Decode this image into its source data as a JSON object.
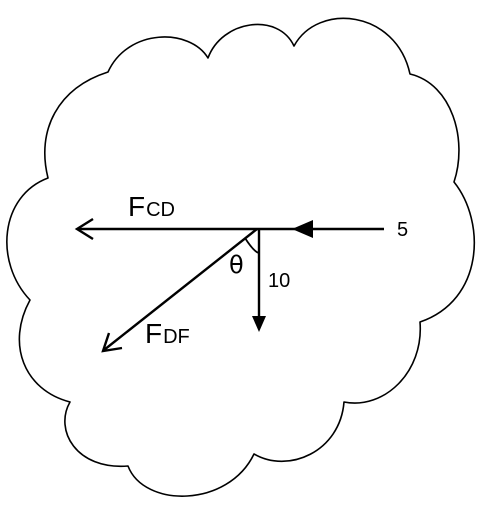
{
  "colors": {
    "background": "#ffffff",
    "stroke": "#000000"
  },
  "labels": {
    "f_cd": {
      "main": "F",
      "sub": "CD"
    },
    "f_df": {
      "main": "F",
      "sub": "DF"
    },
    "theta": "θ",
    "force_10": "10",
    "force_5": "5"
  },
  "icons": {
    "arrowhead_open": "open-arrowhead-icon",
    "arrowhead_filled": "filled-arrowhead-icon"
  }
}
